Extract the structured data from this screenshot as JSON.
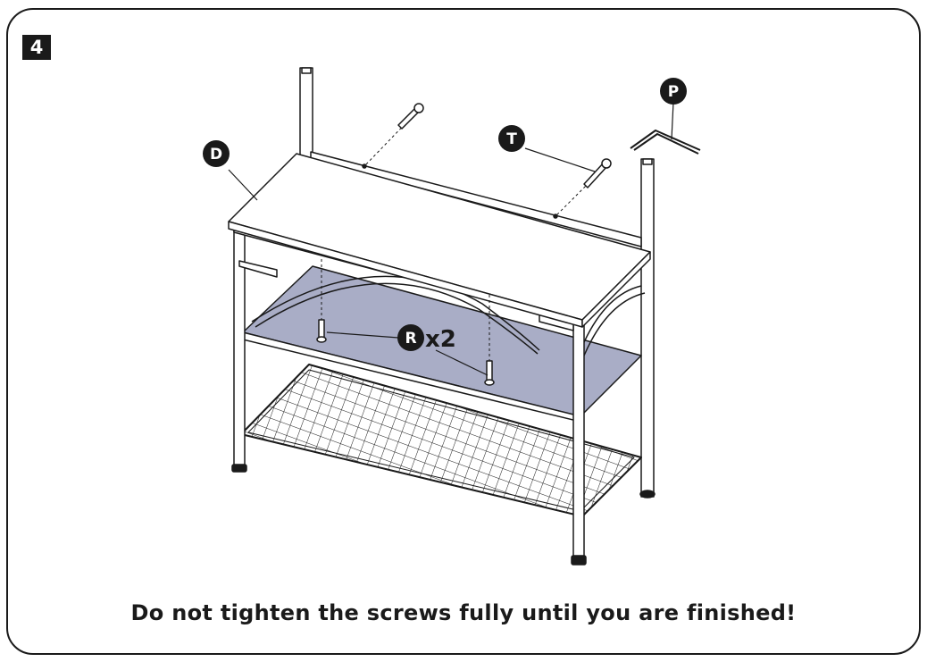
{
  "step": {
    "number": "4"
  },
  "parts": {
    "D": {
      "letter": "D"
    },
    "T": {
      "letter": "T"
    },
    "P": {
      "letter": "P"
    },
    "R": {
      "letter": "R",
      "quantity": "x2"
    }
  },
  "note": "Do not tighten the screws fully until you are finished!",
  "colors": {
    "ink": "#1a1a1a",
    "shelf_fill": "#a9adc6",
    "background": "#ffffff"
  }
}
